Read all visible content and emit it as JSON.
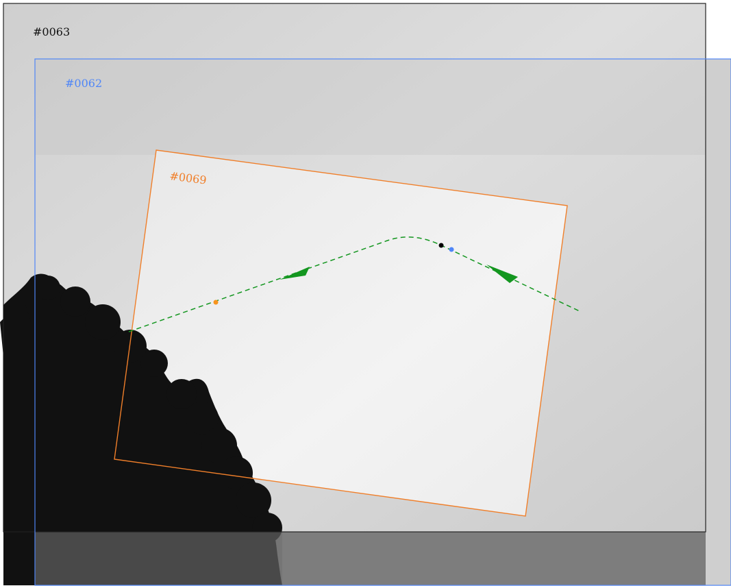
{
  "frames": [
    {
      "id": "#0063",
      "color": "#000000"
    },
    {
      "id": "#0062",
      "color": "#4f86f7"
    },
    {
      "id": "#0069",
      "color": "#f07f2a"
    }
  ],
  "path": {
    "color": "#13961f",
    "style": "dashed",
    "arrow_direction": "right-to-left"
  },
  "markers": [
    {
      "name": "orange-point",
      "color": "#f7941d"
    },
    {
      "name": "black-point",
      "color": "#000000"
    },
    {
      "name": "blue-point",
      "color": "#4f86f7"
    }
  ],
  "colors": {
    "sky_light": "#f0f0f0",
    "sky_mid": "#d5d5d5",
    "sky_dark": "#c7c7c7",
    "tree": "#111111",
    "overlay_shade": "#808080"
  }
}
